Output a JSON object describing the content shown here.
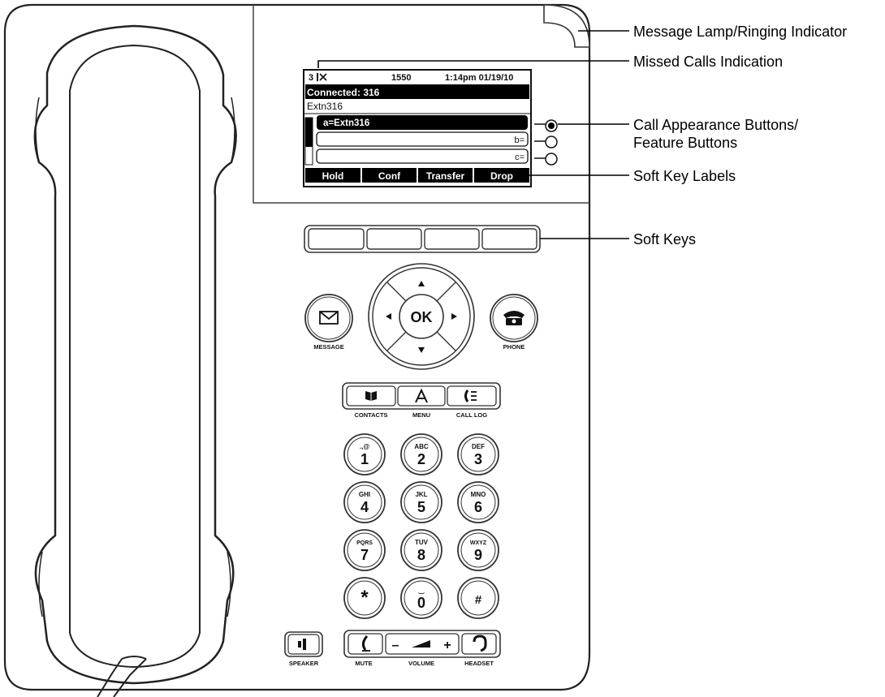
{
  "screen": {
    "missed_calls": "3",
    "missed_icon": "missed-call-icon",
    "extension": "1550",
    "datetime": "1:14pm 01/19/10",
    "connected": "Connected: 316",
    "caller": "Extn316",
    "appearances": [
      "a=Extn316",
      "b=",
      "c="
    ],
    "softkeys": [
      "Hold",
      "Conf",
      "Transfer",
      "Drop"
    ]
  },
  "buttons": {
    "ok": "OK",
    "message": "MESSAGE",
    "phone": "PHONE",
    "contacts": "CONTACTS",
    "menu": "MENU",
    "call_log": "CALL LOG",
    "speaker": "SPEAKER",
    "mute": "MUTE",
    "volume": "VOLUME",
    "headset": "HEADSET",
    "volume_minus": "–",
    "volume_plus": "+"
  },
  "keypad": [
    {
      "digit": "1",
      "letters": ".,@"
    },
    {
      "digit": "2",
      "letters": "ABC"
    },
    {
      "digit": "3",
      "letters": "DEF"
    },
    {
      "digit": "4",
      "letters": "GHI"
    },
    {
      "digit": "5",
      "letters": "JKL"
    },
    {
      "digit": "6",
      "letters": "MNO"
    },
    {
      "digit": "7",
      "letters": "PQRS"
    },
    {
      "digit": "8",
      "letters": "TUV"
    },
    {
      "digit": "9",
      "letters": "WXYZ"
    },
    {
      "digit": "*",
      "letters": ""
    },
    {
      "digit": "0",
      "letters": "‿"
    },
    {
      "digit": "#",
      "letters": ""
    }
  ],
  "callouts": {
    "message_lamp": "Message Lamp/Ringing Indicator",
    "missed_calls": "Missed Calls Indication",
    "call_appearance_1": "Call Appearance Buttons/",
    "call_appearance_2": "Feature Buttons",
    "soft_key_labels": "Soft Key Labels",
    "soft_keys": "Soft Keys"
  },
  "colors": {
    "outline": "#222222",
    "screen_bg": "#ffffff",
    "highlight": "#000000"
  }
}
